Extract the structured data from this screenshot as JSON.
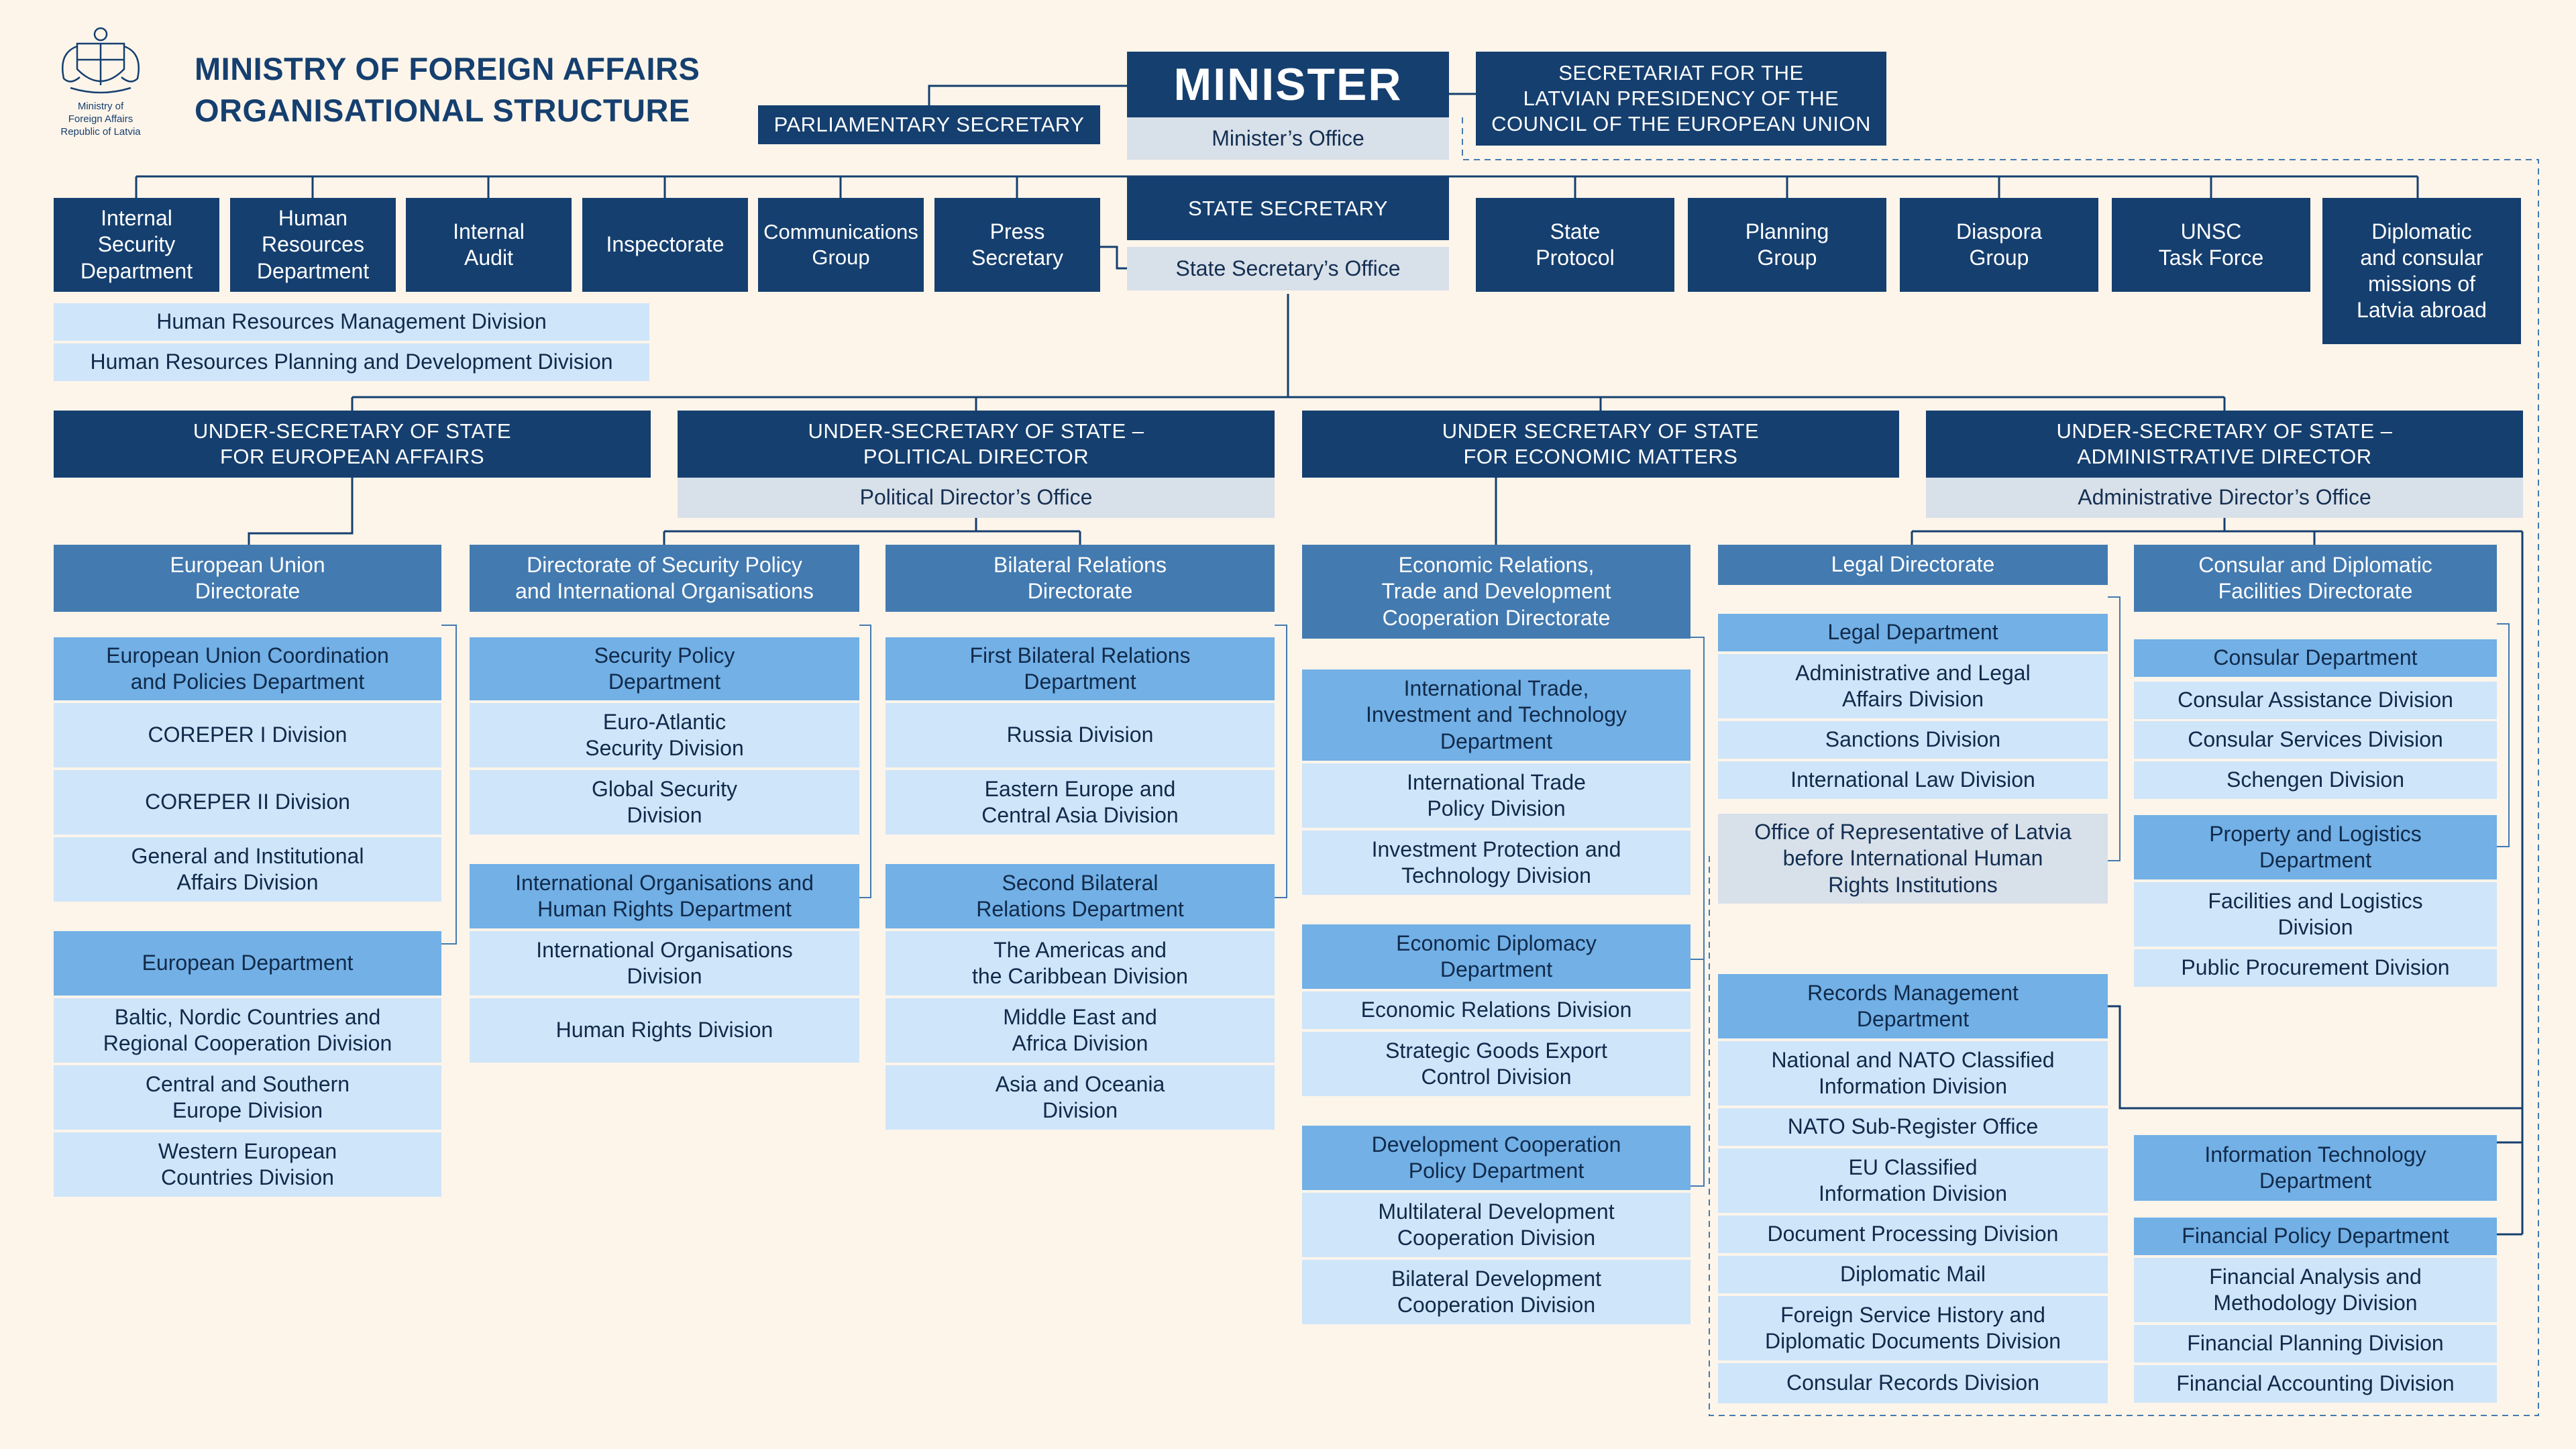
{
  "header": {
    "title": "MINISTRY OF FOREIGN AFFAIRS\nORGANISATIONAL STRUCTURE",
    "logo_caption": "Ministry of\nForeign Affairs\nRepublic of Latvia"
  },
  "top": {
    "minister": "MINISTER",
    "ministers_office": "Minister’s Office",
    "parliamentary_secretary": "PARLIAMENTARY SECRETARY",
    "secretariat": "SECRETARIAT FOR THE\nLATVIAN PRESIDENCY OF THE\nCOUNCIL OF THE EUROPEAN UNION",
    "state_secretary": "STATE SECRETARY",
    "state_secretary_office": "State Secretary’s Office"
  },
  "left_units": [
    "Internal\nSecurity\nDepartment",
    "Human\nResources\nDepartment",
    "Internal\nAudit",
    "Inspectorate",
    "Communications\nGroup",
    "Press\nSecretary"
  ],
  "hr_divisions": [
    "Human Resources Management Division",
    "Human Resources Planning and Development Division"
  ],
  "right_units": [
    "State\nProtocol",
    "Planning\nGroup",
    "Diaspora\nGroup",
    "UNSC\nTask Force",
    "Diplomatic\nand consular\nmissions of\nLatvia abroad"
  ],
  "under_secretaries": [
    {
      "title": "UNDER-SECRETARY OF STATE\nFOR EUROPEAN AFFAIRS",
      "office": ""
    },
    {
      "title": "UNDER-SECRETARY OF STATE –\nPOLITICAL DIRECTOR",
      "office": "Political Director’s Office"
    },
    {
      "title": "UNDER SECRETARY OF STATE\nFOR ECONOMIC MATTERS",
      "office": ""
    },
    {
      "title": "UNDER-SECRETARY OF STATE –\nADMINISTRATIVE DIRECTOR",
      "office": "Administrative Director’s Office"
    }
  ],
  "directorates": [
    "European Union\nDirectorate",
    "Directorate of Security Policy\nand International Organisations",
    "Bilateral Relations\nDirectorate",
    "Economic Relations,\nTrade and Development\nCooperation Directorate",
    "Legal Directorate",
    "Consular and Diplomatic\nFacilities Directorate"
  ],
  "departments": {
    "eu_coordination": "European Union Coordination\nand Policies Department",
    "european": "European Department",
    "security_policy": "Security Policy\nDepartment",
    "intl_orgs": "International Organisations and\nHuman Rights Department",
    "first_bilateral": "First Bilateral Relations\nDepartment",
    "second_bilateral": "Second Bilateral\nRelations Department",
    "intl_trade": "International Trade,\nInvestment and Technology\nDepartment",
    "econ_diplomacy": "Economic Diplomacy\nDepartment",
    "dev_coop": "Development Cooperation\nPolicy Department",
    "legal": "Legal Department",
    "office_rep": "Office of Representative of Latvia\nbefore International Human\nRights Institutions",
    "records": "Records Management\nDepartment",
    "consular": "Consular Department",
    "property": "Property and Logistics\nDepartment",
    "it": "Information Technology\nDepartment",
    "financial": "Financial Policy Department"
  },
  "divisions": {
    "eu_coordination": [
      "COREPER I Division",
      "COREPER II Division",
      "General and Institutional\nAffairs Division"
    ],
    "european": [
      "Baltic, Nordic Countries and\nRegional Cooperation Division",
      "Central and Southern\nEurope Division",
      "Western European\nCountries Division"
    ],
    "security_policy": [
      "Euro-Atlantic\nSecurity Division",
      "Global Security\nDivision"
    ],
    "intl_orgs": [
      "International Organisations\nDivision",
      "Human Rights Division"
    ],
    "first_bilateral": [
      "Russia Division",
      "Eastern Europe and\nCentral Asia  Division"
    ],
    "second_bilateral": [
      "The Americas and\nthe Caribbean Division",
      "Middle East and\nAfrica Division",
      "Asia and Oceania\nDivision"
    ],
    "intl_trade": [
      "International Trade\nPolicy Division",
      "Investment Protection and\nTechnology Division"
    ],
    "econ_diplomacy": [
      "Economic Relations Division",
      "Strategic Goods Export\nControl Division"
    ],
    "dev_coop": [
      "Multilateral Development\nCooperation Division",
      "Bilateral Development\nCooperation Division"
    ],
    "legal": [
      "Administrative and Legal\nAffairs Division",
      "Sanctions Division",
      "International Law Division"
    ],
    "records": [
      "National and NATO Classified\nInformation Division",
      "NATO Sub-Register Office",
      "EU Classified\nInformation Division",
      "Document Processing Division",
      "Diplomatic Mail",
      "Foreign Service History and\nDiplomatic Documents Division",
      "Consular Records Division"
    ],
    "consular": [
      "Consular Assistance Division",
      "Consular Services Division",
      "Schengen Division"
    ],
    "property": [
      "Facilities and Logistics\nDivision",
      "Public Procurement Division"
    ],
    "financial": [
      "Financial Analysis and\nMethodology Division",
      "Financial Planning Division",
      "Financial Accounting Division"
    ]
  },
  "colors": {
    "background": "#fdf5ea",
    "dark_navy": "#153f6f",
    "mid_blue": "#437ab0",
    "light_blue": "#72b0e6",
    "pale_blue": "#cfe5f9",
    "grey": "#d8e0e9"
  }
}
